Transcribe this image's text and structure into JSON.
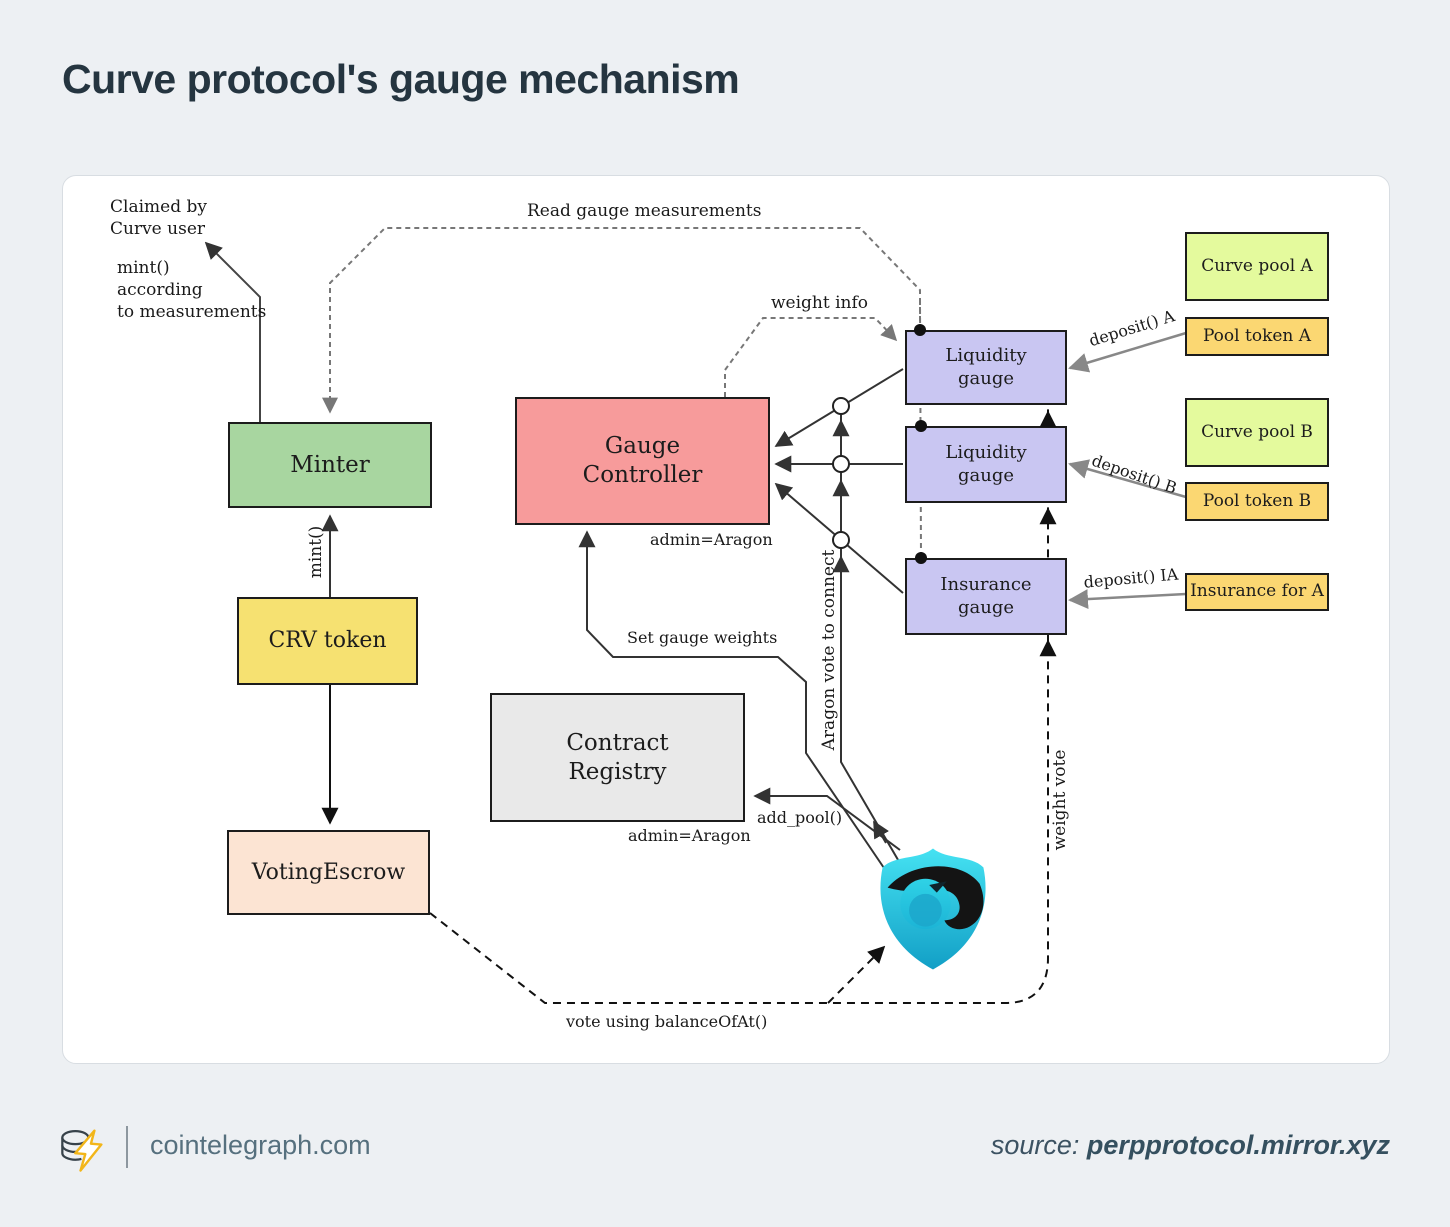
{
  "title": "Curve protocol's gauge mechanism",
  "diagram": {
    "boxes": {
      "minter": {
        "label": "Minter",
        "bg": "#a8d6a0"
      },
      "crv_token": {
        "label": "CRV token",
        "bg": "#f6e171"
      },
      "voting_escrow": {
        "label": "VotingEscrow",
        "bg": "#fce4d3"
      },
      "gauge_controller": {
        "label": "Gauge Controller",
        "bg": "#f79b9b",
        "admin": "admin=Aragon"
      },
      "contract_registry": {
        "label": "Contract Registry",
        "bg": "#e9e9e9",
        "admin": "admin=Aragon"
      },
      "liquidity_gauge_a": {
        "label": "Liquidity gauge",
        "bg": "#c9c6f2"
      },
      "liquidity_gauge_b": {
        "label": "Liquidity gauge",
        "bg": "#c9c6f2"
      },
      "insurance_gauge": {
        "label": "Insurance gauge",
        "bg": "#c9c6f2"
      },
      "curve_pool_a": {
        "label": "Curve pool A",
        "bg": "#e4fa9d"
      },
      "pool_token_a": {
        "label": "Pool token A",
        "bg": "#fbd772"
      },
      "curve_pool_b": {
        "label": "Curve pool B",
        "bg": "#e4fa9d"
      },
      "pool_token_b": {
        "label": "Pool token B",
        "bg": "#fbd772"
      },
      "insurance_for_a": {
        "label": "Insurance for A",
        "bg": "#fbd772"
      }
    },
    "labels": {
      "claimed_by": "Claimed by\nCurve user",
      "mint_according": "mint()\naccording\nto measurements",
      "read_gauge_measurements": "Read gauge measurements",
      "weight_info": "weight info",
      "mint_fn": "mint()",
      "set_gauge_weights": "Set gauge weights",
      "add_pool": "add_pool()",
      "aragon_vote_to_connect": "Aragon vote to connect",
      "weight_vote": "weight vote",
      "vote_using_balance": "vote using balanceOfAt()",
      "deposit_a": "deposit() A",
      "deposit_b": "deposit() B",
      "deposit_ia": "deposit() IA"
    },
    "logo": {
      "name": "Aragon shield logo",
      "teal": "#2bc6de",
      "teal_dark": "#129fc6"
    }
  },
  "footer": {
    "site": "cointelegraph.com",
    "source_label": "source:",
    "source_value": "perpprotocol.mirror.xyz",
    "brand_yellow": "#f2b61a"
  },
  "colors": {
    "page_bg": "#edf0f3",
    "card_bg": "#ffffff",
    "title_text": "#253540",
    "line_dark": "#333333",
    "line_gray_dashed": "#777777",
    "line_black_dashed": "#111111",
    "deposit_arrow": "#888888"
  }
}
